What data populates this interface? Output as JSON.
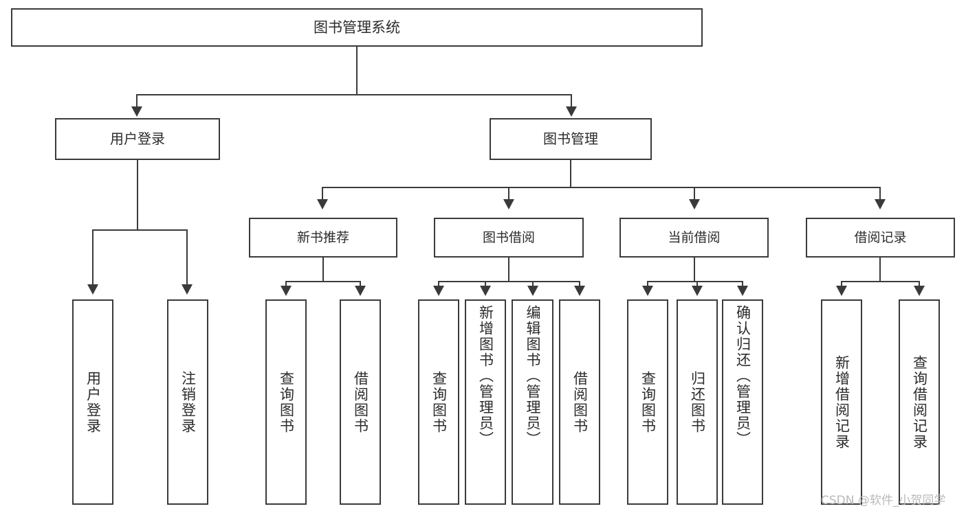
{
  "diagram": {
    "title": "图书管理系统",
    "type": "hierarchy-tree",
    "root": {
      "id": "root",
      "label": "图书管理系统"
    },
    "level2": [
      {
        "id": "user-login",
        "label": "用户登录"
      },
      {
        "id": "book-manage",
        "label": "图书管理"
      }
    ],
    "level3": [
      {
        "id": "new-book-recommend",
        "label": "新书推荐",
        "parent": "book-manage"
      },
      {
        "id": "book-borrow",
        "label": "图书借阅",
        "parent": "book-manage"
      },
      {
        "id": "current-borrow",
        "label": "当前借阅",
        "parent": "book-manage"
      },
      {
        "id": "borrow-record",
        "label": "借阅记录",
        "parent": "book-manage"
      }
    ],
    "leaves": {
      "user_login": [
        {
          "id": "leaf-user-login",
          "label": "用户登录"
        },
        {
          "id": "leaf-user-logout",
          "label": "注销登录"
        }
      ],
      "new_book_recommend": [
        {
          "id": "leaf-query-book-1",
          "label": "查询图书"
        },
        {
          "id": "leaf-borrow-book-1",
          "label": "借阅图书"
        }
      ],
      "book_borrow": [
        {
          "id": "leaf-query-book-2",
          "label": "查询图书"
        },
        {
          "id": "leaf-add-book-admin",
          "label": "新增图书（管理员）"
        },
        {
          "id": "leaf-edit-book-admin",
          "label": "编辑图书（管理员）"
        },
        {
          "id": "leaf-borrow-book-2",
          "label": "借阅图书"
        }
      ],
      "current_borrow": [
        {
          "id": "leaf-query-book-3",
          "label": "查询图书"
        },
        {
          "id": "leaf-return-book",
          "label": "归还图书"
        },
        {
          "id": "leaf-confirm-return-admin",
          "label": "确认归还（管理员）"
        }
      ],
      "borrow_record": [
        {
          "id": "leaf-add-borrow-record",
          "label": "新增借阅记录"
        },
        {
          "id": "leaf-query-borrow-record",
          "label": "查询借阅记录"
        }
      ]
    }
  },
  "watermark": {
    "text": "CSDN @软件_小贺同学"
  },
  "colors": {
    "stroke": "#3a3a3a",
    "background": "#ffffff",
    "text": "#2b2b2b",
    "watermark": "#b9b9b9"
  }
}
